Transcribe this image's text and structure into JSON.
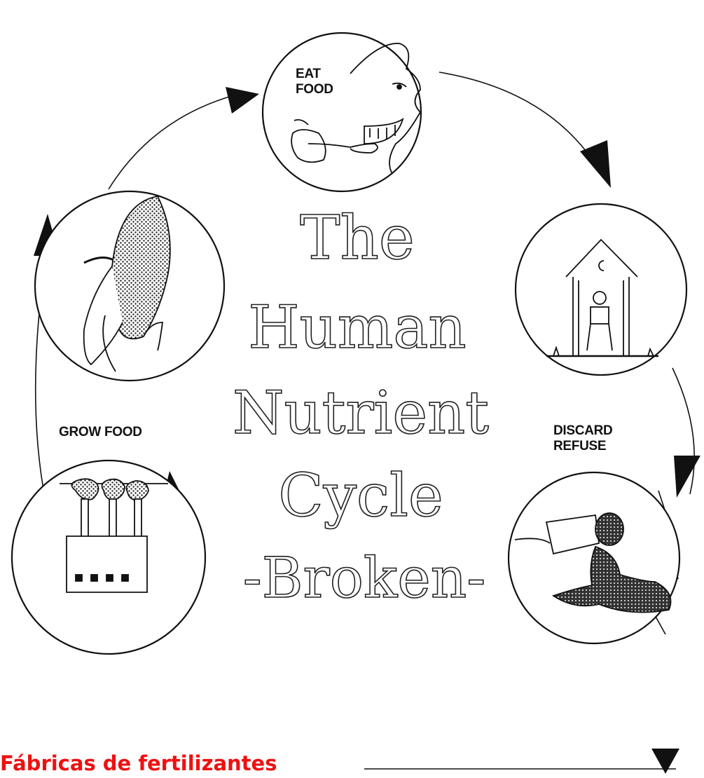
{
  "title": {
    "line1": "The",
    "line2": "Human",
    "line3": "Nutrient",
    "line4": "Cycle",
    "line5": "-Broken-"
  },
  "stages": {
    "eat": "EAT\nFOOD",
    "grow": "GROW FOOD",
    "discard": "DISCARD\nREFUSE"
  },
  "caption": "Fábricas de fertilizantes",
  "colors": {
    "ink": "#111111",
    "caption": "#ee1111",
    "background": "#ffffff"
  },
  "icons": [
    "eating-face-icon",
    "outhouse-icon",
    "sewage-pipe-icon",
    "fertilizer-factory-icon",
    "corn-icon"
  ]
}
